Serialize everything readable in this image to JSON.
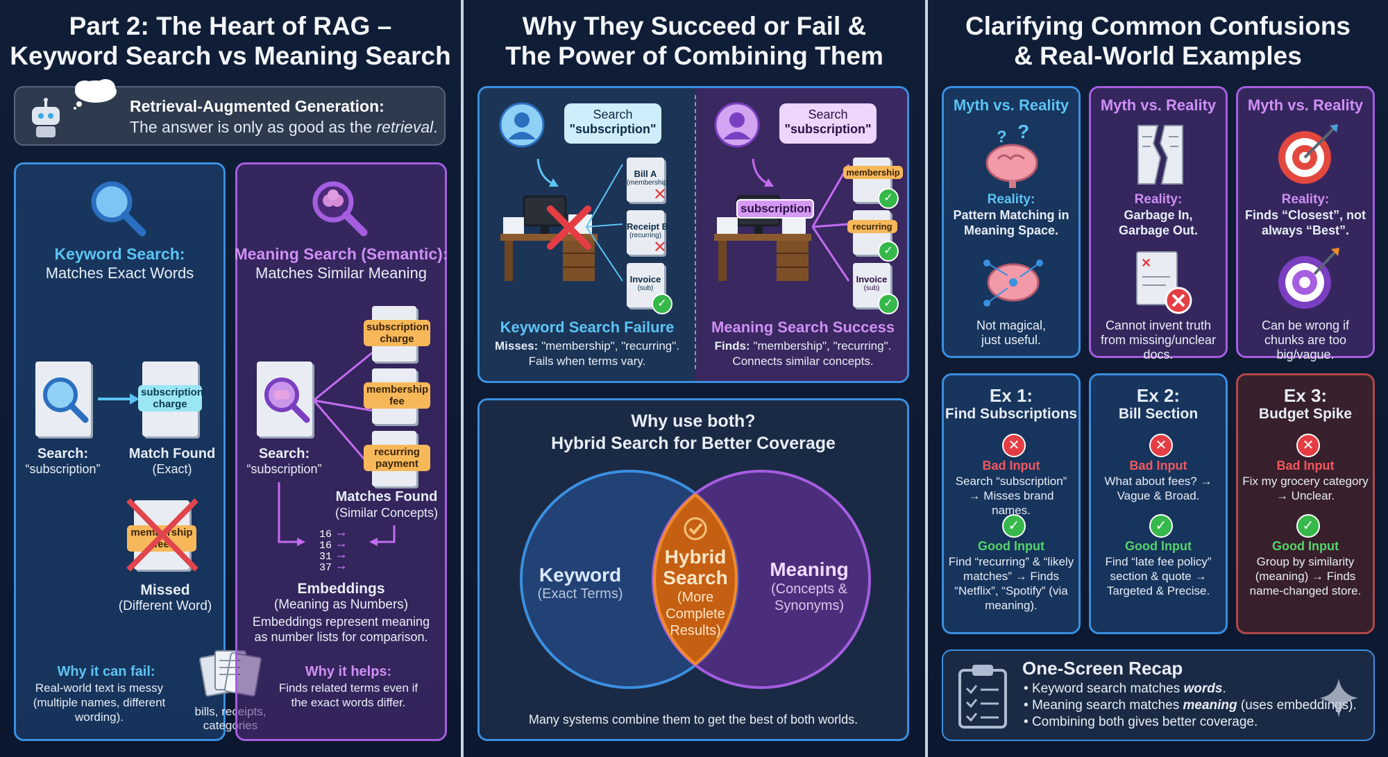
{
  "left": {
    "title_line1": "Part 2: The Heart of RAG –",
    "title_line2": "Keyword Search vs Meaning Search",
    "rag_title": "Retrieval-Augmented Generation:",
    "rag_sub_prefix": "The answer is only as good as the",
    "rag_sub_em": "retrieval",
    "rag_sub_end": ".",
    "keyword": {
      "heading": "Keyword Search:",
      "subheading": "Matches Exact Words",
      "search_label": "Search:",
      "search_value": "“subscription”",
      "doc_tag": "subscription charge",
      "match_label": "Match Found",
      "match_sub": "(Exact)",
      "missed_tag": "membership fee",
      "missed_label": "Missed",
      "missed_sub": "(Different Word)",
      "why_title": "Why it can fail:",
      "why_text": "Real-world text is messy (multiple names, different wording)."
    },
    "docs_caption": "bills, receipts, categories",
    "meaning": {
      "heading": "Meaning Search (Semantic):",
      "subheading": "Matches Similar Meaning",
      "search_label": "Search:",
      "search_value": "“subscription”",
      "tags": [
        "subscription charge",
        "membership fee",
        "recurring payment"
      ],
      "match_label": "Matches Found",
      "match_sub": "(Similar Concepts)",
      "numbers": [
        "16",
        "16",
        "31",
        "37"
      ],
      "emb_title": "Embeddings",
      "emb_sub": "(Meaning as Numbers)",
      "emb_text": "Embeddings represent meaning as number lists for comparison.",
      "why_title": "Why it helps:",
      "why_text": "Finds related terms even if the exact words differ."
    }
  },
  "middle": {
    "title_line1": "Why They Succeed or Fail &",
    "title_line2": "The Power of Combining Them",
    "kw": {
      "bubble_line1": "Search",
      "bubble_line2": "\"subscription\"",
      "docs": [
        {
          "name": "Bill A",
          "sub": "(membership)"
        },
        {
          "name": "Receipt B",
          "sub": "(recurring)"
        },
        {
          "name": "Invoice",
          "sub": "(sub)"
        }
      ],
      "title": "Keyword Search Failure",
      "text1_b": "Misses:",
      "text1": "\"membership\", \"recurring\".",
      "text2": "Fails when terms vary."
    },
    "ms": {
      "bubble_line1": "Search",
      "bubble_line2": "\"subscription\"",
      "query_tag": "subscription",
      "docs": [
        {
          "name": "membership"
        },
        {
          "name": "recurring"
        },
        {
          "name": "Invoice",
          "sub": "(sub)"
        }
      ],
      "title": "Meaning Search Success",
      "text1_b": "Finds:",
      "text1": "\"membership\", \"recurring\".",
      "text2": "Connects similar concepts."
    },
    "hybrid": {
      "q": "Why use both?",
      "title": "Hybrid Search for Better Coverage",
      "kw_label": "Keyword",
      "kw_sub": "(Exact Terms)",
      "center_line1": "Hybrid",
      "center_line2": "Search",
      "center_sub": "(More Complete Results)",
      "mean_label": "Meaning",
      "mean_sub": "(Concepts & Synonyms)",
      "caption": "Many systems combine them to get the best of both worlds."
    }
  },
  "right": {
    "title_line1": "Clarifying Common Confusions",
    "title_line2": "& Real-World Examples",
    "myths": [
      {
        "title": "Myth vs. Reality",
        "reality": "Reality:",
        "reality_text": "Pattern Matching in Meaning Space.",
        "bottom": "Not magical, just useful."
      },
      {
        "title": "Myth vs. Reality",
        "reality": "Reality:",
        "reality_text": "Garbage In, Garbage Out.",
        "bottom": "Cannot invent truth from missing/unclear docs."
      },
      {
        "title": "Myth vs. Reality",
        "reality": "Reality:",
        "reality_text": "Finds “Closest”, not always “Best”.",
        "bottom": "Can be wrong if chunks are too big/vague."
      }
    ],
    "examples": [
      {
        "num": "Ex 1:",
        "title": "Find Subscriptions",
        "bad": "Bad Input",
        "bad_text": "Search “subscription” → Misses brand names.",
        "good": "Good Input",
        "good_text": "Find “recurring” & “likely matches” → Finds “Netflix”, “Spotify” (via meaning)."
      },
      {
        "num": "Ex 2:",
        "title": "Bill Section",
        "bad": "Bad Input",
        "bad_text": "What about fees? → Vague & Broad.",
        "good": "Good Input",
        "good_text": "Find “late fee policy” section & quote → Targeted & Precise."
      },
      {
        "num": "Ex 3:",
        "title": "Budget Spike",
        "bad": "Bad Input",
        "bad_text": "Fix my grocery category → Unclear.",
        "good": "Good Input",
        "good_text": "Group by similarity (meaning) → Finds name-changed store."
      }
    ],
    "recap": {
      "title": "One-Screen Recap",
      "items": [
        {
          "pre": "Keyword search matches ",
          "em": "words",
          "post": "."
        },
        {
          "pre": "Meaning search matches ",
          "em": "meaning",
          "post": " (uses embeddings)."
        },
        {
          "pre": "Combining both gives better coverage.",
          "em": "",
          "post": ""
        }
      ]
    }
  },
  "colors": {
    "blue": "#3b8fe0",
    "purple": "#a55ee0",
    "orange": "#e07a1e",
    "red": "#f2585e",
    "green": "#55d46a"
  }
}
